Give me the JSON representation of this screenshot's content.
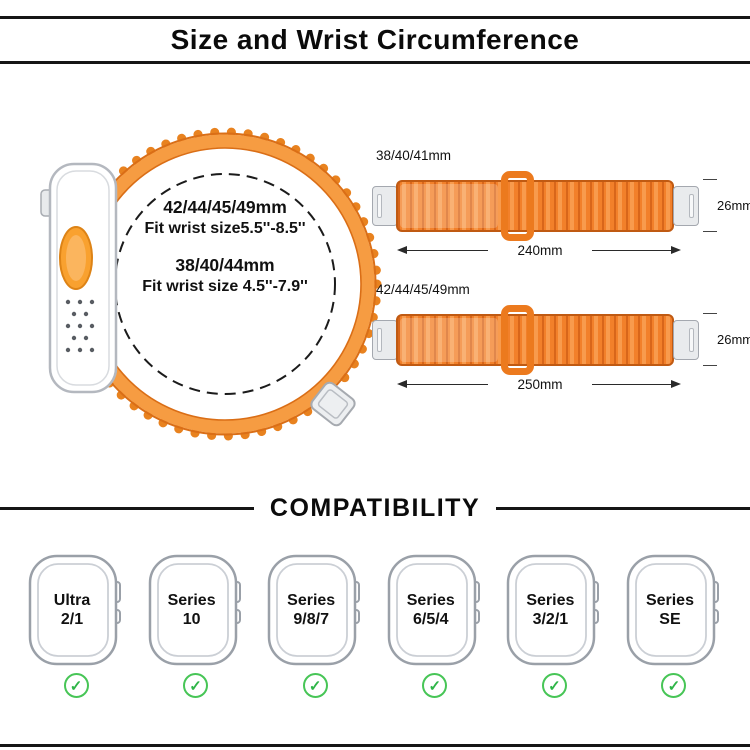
{
  "header": {
    "title": "Size and Wrist Circumference"
  },
  "loop_label": {
    "line1": "42/44/45/49mm",
    "line2": "Fit wrist size5.5''-8.5''",
    "line3": "38/40/44mm",
    "line4": "Fit wrist size 4.5''-7.9''"
  },
  "band_diagrams": [
    {
      "size_label": "38/40/41mm",
      "width_label": "26mm",
      "length_label": "240mm"
    },
    {
      "size_label": "42/44/45/49mm",
      "width_label": "26mm",
      "length_label": "250mm"
    }
  ],
  "compatibility": {
    "title": "COMPATIBILITY",
    "check_icon": "✓",
    "models": [
      {
        "line1": "Ultra",
        "line2": "2/1"
      },
      {
        "line1": "Series",
        "line2": "10"
      },
      {
        "line1": "Series",
        "line2": "9/8/7"
      },
      {
        "line1": "Series",
        "line2": "6/5/4"
      },
      {
        "line1": "Series",
        "line2": "3/2/1"
      },
      {
        "line1": "Series",
        "line2": "SE"
      }
    ]
  },
  "colors": {
    "band_orange": "#F2802A",
    "band_orange_dark": "#D96815",
    "check_green": "#47C556"
  }
}
